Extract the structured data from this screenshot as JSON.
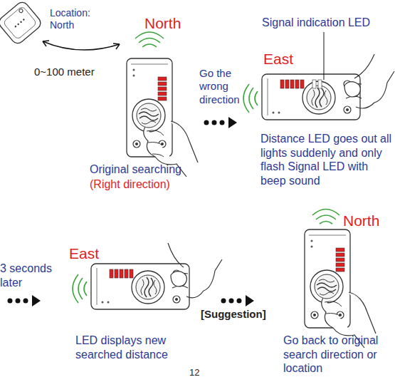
{
  "diagram": {
    "labels": [
      "Location: North",
      "North",
      "Signal indication LED",
      "0~100 meter",
      "Go the wrong direction",
      "East",
      "Original searching",
      "(Right direction)",
      "Distance LED goes out all lights suddenly and only flash Signal LED with beep sound",
      "North",
      "3 seconds later",
      "East",
      "[Suggestion]",
      "LED displays new searched distance",
      "Go back to original search direction or location",
      "12"
    ]
  }
}
